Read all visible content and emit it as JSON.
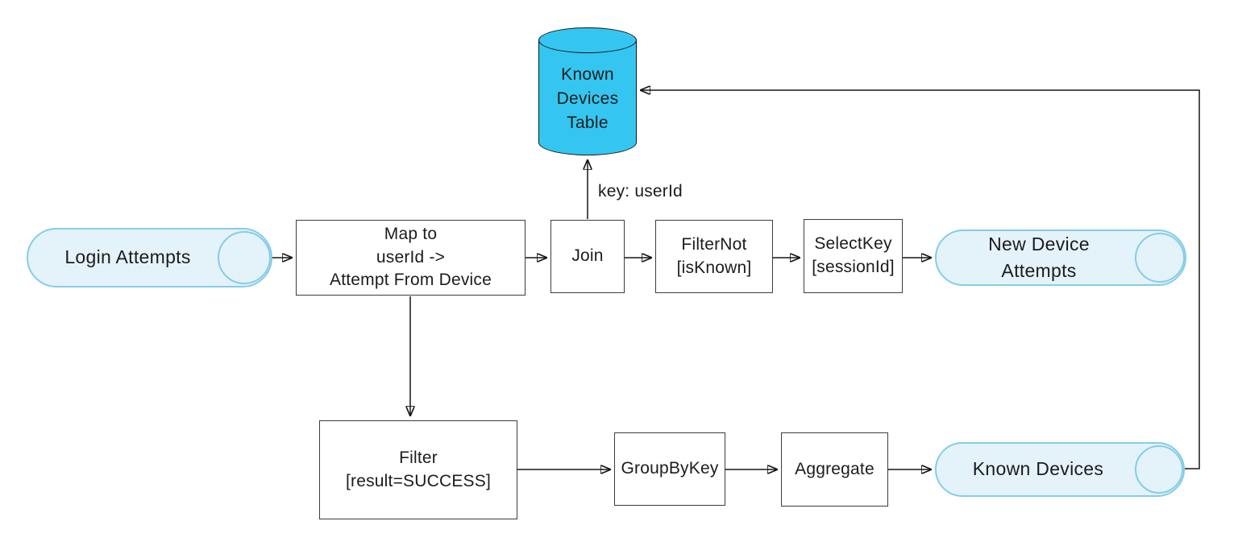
{
  "colors": {
    "background": "#ffffff",
    "accent_cyan": "#34c6f0",
    "table_stroke": "#151515",
    "topic_fill": "#e4f2fa",
    "topic_stroke": "#85cde7",
    "box_fill": "#ffffff",
    "box_stroke": "#3c3c3c",
    "arrow_color": "#161616",
    "text_color": "#1c1c1c"
  },
  "nodes": {
    "login_attempts": {
      "type": "topic",
      "label": "Login Attempts"
    },
    "map_to_attempt_from_device": {
      "type": "processor",
      "lines": [
        "Map to",
        "userId ->",
        "Attempt From Device"
      ]
    },
    "join": {
      "type": "processor",
      "label": "Join"
    },
    "filter_not": {
      "type": "processor",
      "lines": [
        "FilterNot",
        "[isKnown]"
      ]
    },
    "select_key": {
      "type": "processor",
      "lines": [
        "SelectKey",
        "[sessionId]"
      ]
    },
    "new_device_attempts": {
      "type": "topic",
      "lines": [
        "New Device",
        "Attempts"
      ]
    },
    "known_devices_table": {
      "type": "table",
      "lines": [
        "Known",
        "Devices",
        "Table"
      ]
    },
    "filter_success": {
      "type": "processor",
      "lines": [
        "Filter",
        "[result=SUCCESS]"
      ]
    },
    "group_by_key": {
      "type": "processor",
      "label": "GroupByKey"
    },
    "aggregate": {
      "type": "processor",
      "label": "Aggregate"
    },
    "known_devices": {
      "type": "topic",
      "label": "Known Devices"
    }
  },
  "edge_labels": {
    "join_to_known_devices_table": "key: userId"
  }
}
